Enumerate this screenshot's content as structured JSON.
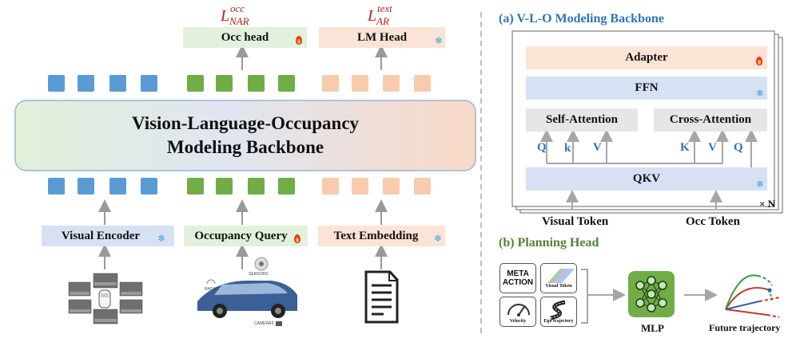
{
  "left": {
    "loss_occ": {
      "base": "L",
      "sup": "occ",
      "sub": "NAR"
    },
    "loss_text": {
      "base": "L",
      "sup": "text",
      "sub": "AR"
    },
    "occ_head": "Occ head",
    "lm_head": "LM Head",
    "backbone_line1": "Vision-Language-Occupancy",
    "backbone_line2": "Modeling Backbone",
    "visual_encoder": "Visual Encoder",
    "occupancy_query": "Occupancy Query",
    "text_embedding": "Text Embedding",
    "car_labels": {
      "sensors": "SENSORS",
      "radar": "RADAR",
      "cameras": "CAMERAS"
    }
  },
  "panel_a": {
    "title": "(a) V-L-O Modeling Backbone",
    "adapter": "Adapter",
    "ffn": "FFN",
    "self_attention": "Self-Attention",
    "cross_attention": "Cross-Attention",
    "qkv": "QKV",
    "q_left": "Q",
    "k_left": "k",
    "v_left": "V",
    "k_right": "K",
    "v_right": "V",
    "q_right": "Q",
    "repeat": "× N",
    "visual_token": "Visual Token",
    "occ_token": "Occ Token"
  },
  "panel_b": {
    "title": "(b) Planning Head",
    "meta_action_line1": "META",
    "meta_action_line2": "ACTION",
    "visual_token": "Visual Token",
    "velocity": "Velocity",
    "ego_trajectory": "Ego trajectory",
    "mlp": "MLP",
    "future_trajectory": "Future trajectory"
  },
  "colors": {
    "title_blue": "#2e75b6",
    "title_green": "#548235",
    "loss_red": "#b5221c",
    "token_blue": "#5b9bd5",
    "token_green": "#70ad47",
    "token_peach": "#f8cbad"
  },
  "icons": {
    "trainable": "fire-icon",
    "frozen": "snowflake-icon",
    "document": "document-icon"
  }
}
